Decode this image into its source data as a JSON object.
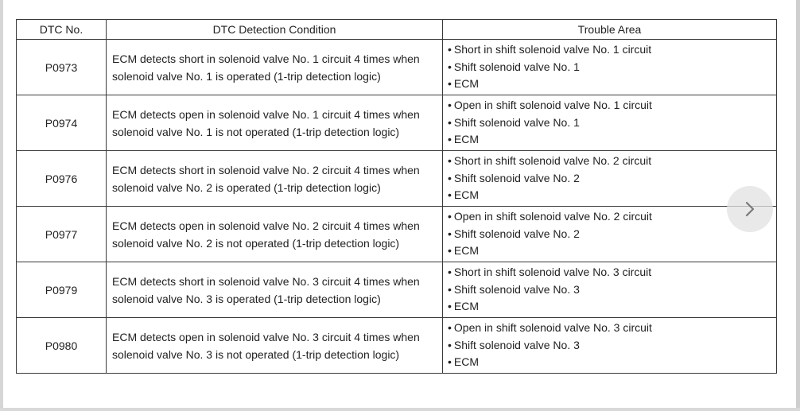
{
  "table": {
    "headers": {
      "code": "DTC No.",
      "condition": "DTC Detection Condition",
      "area": "Trouble Area"
    },
    "rows": [
      {
        "code": "P0973",
        "condition_line1": "ECM detects short in solenoid valve No. 1 circuit 4 times when",
        "condition_line2": "solenoid valve No. 1 is operated (1-trip detection logic)",
        "area": [
          "Short in shift solenoid valve No. 1 circuit",
          "Shift solenoid valve No. 1",
          "ECM"
        ]
      },
      {
        "code": "P0974",
        "condition_line1": "ECM detects open in solenoid valve No. 1 circuit 4 times when",
        "condition_line2": "solenoid valve No. 1 is not operated (1-trip detection logic)",
        "area": [
          "Open in shift solenoid valve No. 1 circuit",
          "Shift solenoid valve No. 1",
          "ECM"
        ]
      },
      {
        "code": "P0976",
        "condition_line1": "ECM detects short in solenoid valve No. 2 circuit 4 times when",
        "condition_line2": "solenoid valve No. 2 is operated (1-trip detection logic)",
        "area": [
          "Short in shift solenoid valve No. 2 circuit",
          "Shift solenoid valve No. 2",
          "ECM"
        ]
      },
      {
        "code": "P0977",
        "condition_line1": "ECM detects open in solenoid valve No. 2 circuit 4 times when",
        "condition_line2": "solenoid valve No. 2 is not operated (1-trip detection logic)",
        "area": [
          "Open in shift solenoid valve No. 2 circuit",
          "Shift solenoid valve No. 2",
          "ECM"
        ]
      },
      {
        "code": "P0979",
        "condition_line1": "ECM detects short in solenoid valve No. 3 circuit 4 times when",
        "condition_line2": "solenoid valve No. 3 is operated (1-trip detection logic)",
        "area": [
          "Short in shift solenoid valve No. 3 circuit",
          "Shift solenoid valve No. 3",
          "ECM"
        ]
      },
      {
        "code": "P0980",
        "condition_line1": "ECM detects open in solenoid valve No. 3 circuit 4 times when",
        "condition_line2": "solenoid valve No. 3 is not operated (1-trip detection logic)",
        "area": [
          "Open in shift solenoid valve No. 3 circuit",
          "Shift solenoid valve No. 3",
          "ECM"
        ]
      }
    ]
  },
  "bullet": "•",
  "nav": {
    "next_icon": "chevron-right-icon"
  }
}
